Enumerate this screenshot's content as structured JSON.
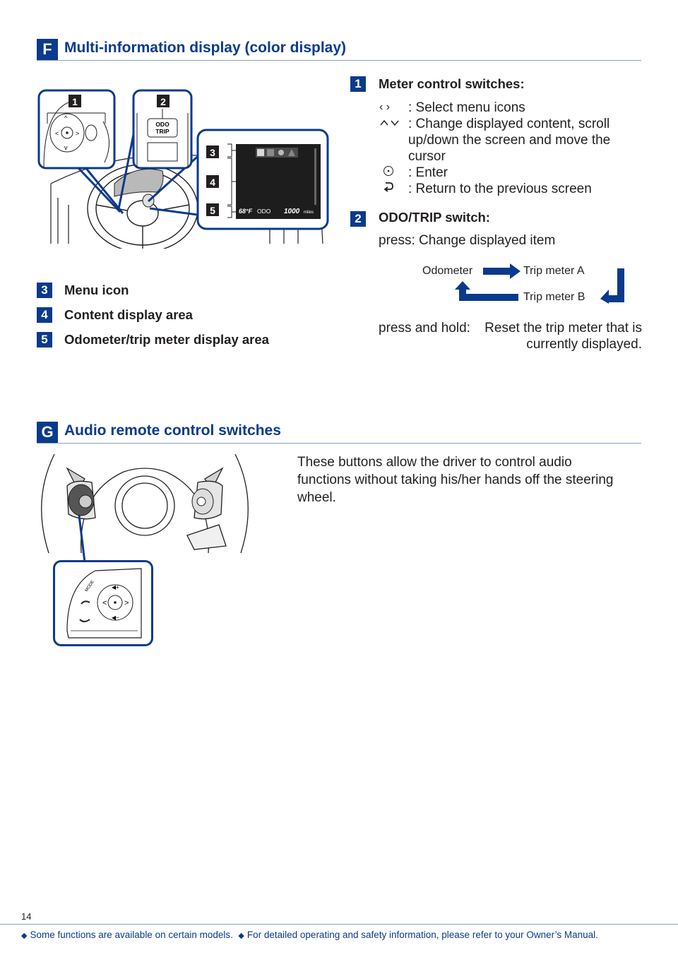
{
  "section_f": {
    "letter": "F",
    "title": "Multi-information display (color display)",
    "figure": {
      "callout_1": "1",
      "callout_2": "2",
      "callout_3": "3",
      "callout_4": "4",
      "callout_5": "5",
      "odo_button_line1": "ODO",
      "odo_button_line2": "TRIP",
      "screen_temp": "68°F",
      "screen_odo_label": "ODO",
      "screen_odo_value": "1000",
      "screen_odo_unit": "miles"
    },
    "item1": {
      "num": "1",
      "title": "Meter control switches:",
      "rows": [
        {
          "icon": "left-right-arrows-icon",
          "text": ": Select menu icons"
        },
        {
          "icon": "up-down-arrows-icon",
          "text": ": Change displayed content, scroll up/down the screen and move the cursor"
        },
        {
          "icon": "enter-circle-icon",
          "text": ": Enter"
        },
        {
          "icon": "return-arrow-icon",
          "text": ": Return to the previous screen"
        }
      ]
    },
    "item2": {
      "num": "2",
      "title": "ODO/TRIP switch:",
      "press": "press: Change displayed item",
      "flow_odometer": "Odometer",
      "flow_trip_a": "Trip meter A",
      "flow_trip_b": "Trip meter B",
      "hold_label": "press and hold:",
      "hold_text": "Reset the trip meter that is currently displayed."
    },
    "item3": {
      "num": "3",
      "label": "Menu icon"
    },
    "item4": {
      "num": "4",
      "label": "Content display area"
    },
    "item5": {
      "num": "5",
      "label": "Odometer/trip meter display area"
    }
  },
  "section_g": {
    "letter": "G",
    "title": "Audio remote control switches",
    "description": "These buttons allow the driver to control audio functions without  taking his/her hands off the steering wheel.",
    "figure": {
      "mode_label": "MODE"
    }
  },
  "page_number": "14",
  "footer": {
    "note1": "Some functions are available on certain models.",
    "note2": "For detailed operating and safety information, please refer to your Owner’s Manual."
  },
  "colors": {
    "brand_blue": "#0a3a8c",
    "rule_blue": "#8aa0c4",
    "text": "#231f20"
  }
}
